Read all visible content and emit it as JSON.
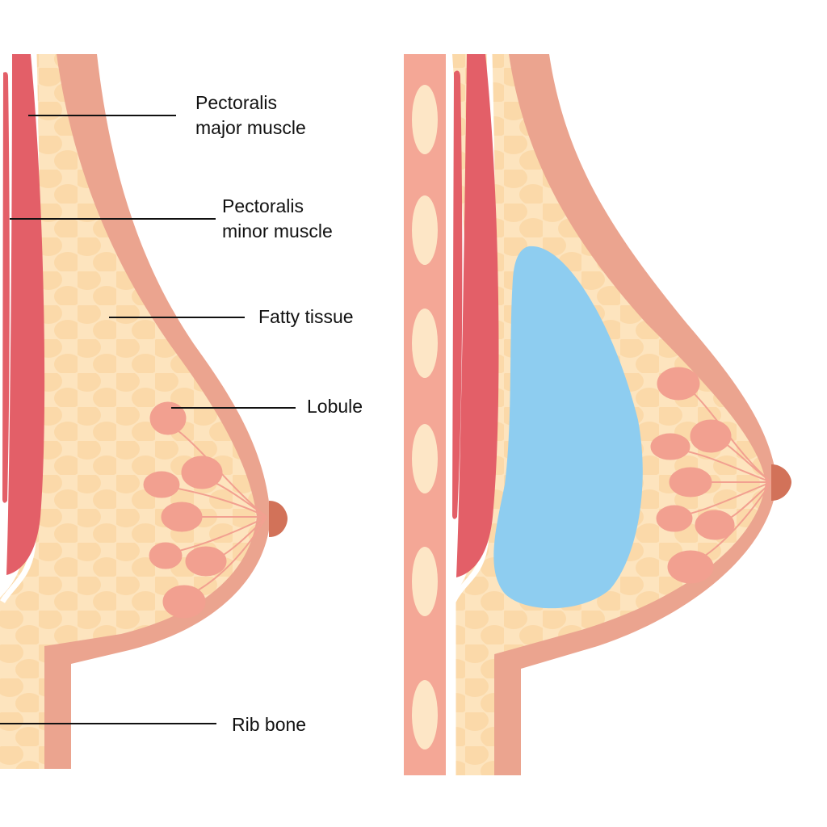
{
  "labels": {
    "pec_major_1": "Pectoralis",
    "pec_major_2": "major muscle",
    "pec_minor_1": "Pectoralis",
    "pec_minor_2": "minor muscle",
    "fatty": "Fatty tissue",
    "lobule": "Lobule",
    "rib": "Rib bone"
  },
  "colors": {
    "skin": "#eba48f",
    "fat": "#fde4be",
    "fat_dots": "#fbd9a9",
    "muscle": "#e35f68",
    "lobule": "#f2a090",
    "nipple": "#d27259",
    "rib": "#f4a796",
    "rib_oval": "#fde6c6",
    "implant": "#8ecdf0"
  }
}
